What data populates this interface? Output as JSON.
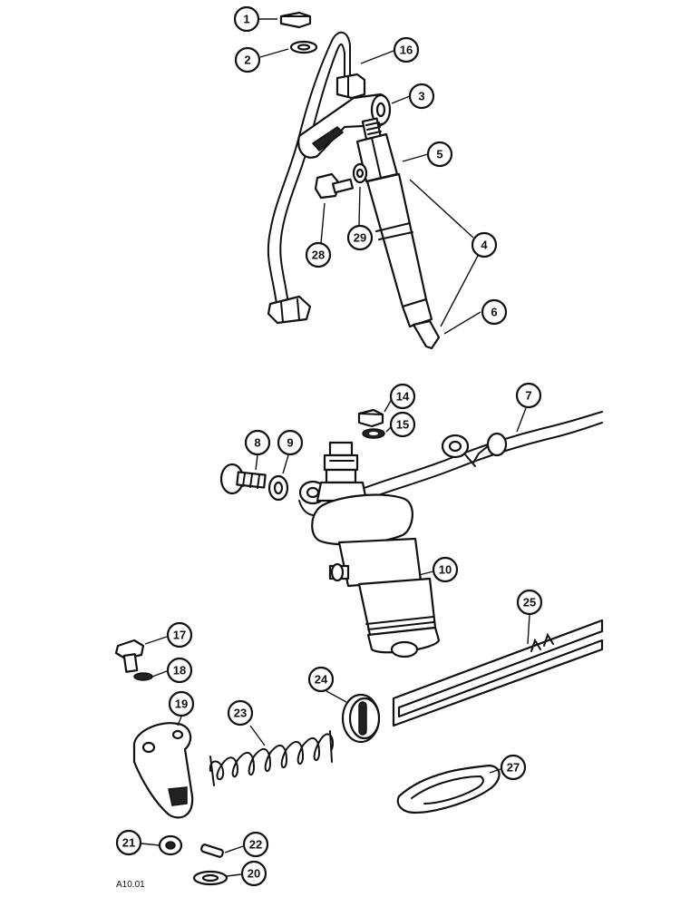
{
  "figure_reference": "A10.01",
  "callouts": [
    {
      "id": "c1",
      "label": "1"
    },
    {
      "id": "c2",
      "label": "2"
    },
    {
      "id": "c16",
      "label": "16"
    },
    {
      "id": "c3",
      "label": "3"
    },
    {
      "id": "c5",
      "label": "5"
    },
    {
      "id": "c28",
      "label": "28"
    },
    {
      "id": "c29",
      "label": "29"
    },
    {
      "id": "c4",
      "label": "4"
    },
    {
      "id": "c6",
      "label": "6"
    },
    {
      "id": "c14",
      "label": "14"
    },
    {
      "id": "c15",
      "label": "15"
    },
    {
      "id": "c7",
      "label": "7"
    },
    {
      "id": "c8",
      "label": "8"
    },
    {
      "id": "c9",
      "label": "9"
    },
    {
      "id": "c10",
      "label": "10"
    },
    {
      "id": "c25",
      "label": "25"
    },
    {
      "id": "c17",
      "label": "17"
    },
    {
      "id": "c18",
      "label": "18"
    },
    {
      "id": "c24",
      "label": "24"
    },
    {
      "id": "c19",
      "label": "19"
    },
    {
      "id": "c23",
      "label": "23"
    },
    {
      "id": "c27",
      "label": "27"
    },
    {
      "id": "c21",
      "label": "21"
    },
    {
      "id": "c22",
      "label": "22"
    },
    {
      "id": "c20",
      "label": "20"
    }
  ]
}
